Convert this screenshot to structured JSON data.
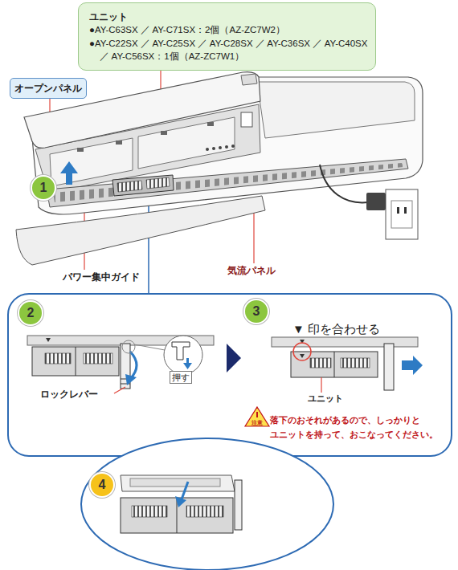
{
  "diagram": {
    "nodes": [
      {
        "text": [
          "ユニット",
          "●AY-C63SX ／ AY-C71SX：2個（AZ-ZC7W2）",
          "●AY-C22SX ／ AY-C25SX ／ AY-C28SX ／ AY-C36SX ／ AY-C40SX ／ AY-C56SX：1個（AZ-ZC7W1）"
        ]
      },
      {
        "text": [
          "オープンパネル"
        ]
      },
      {
        "text": [
          "1"
        ]
      },
      {
        "text": [
          "2"
        ]
      },
      {
        "text": [
          "3"
        ]
      },
      {
        "text": [
          "4"
        ]
      }
    ],
    "labels": [
      "パワー集中ガイド",
      "気流パネル",
      "ロックレバー",
      "押す",
      "▼ 印を合わせる",
      "ユニット",
      "落下のおそれがあるので、しっかりと ユニットを持って、おこなってください。",
      "注意"
    ]
  }
}
